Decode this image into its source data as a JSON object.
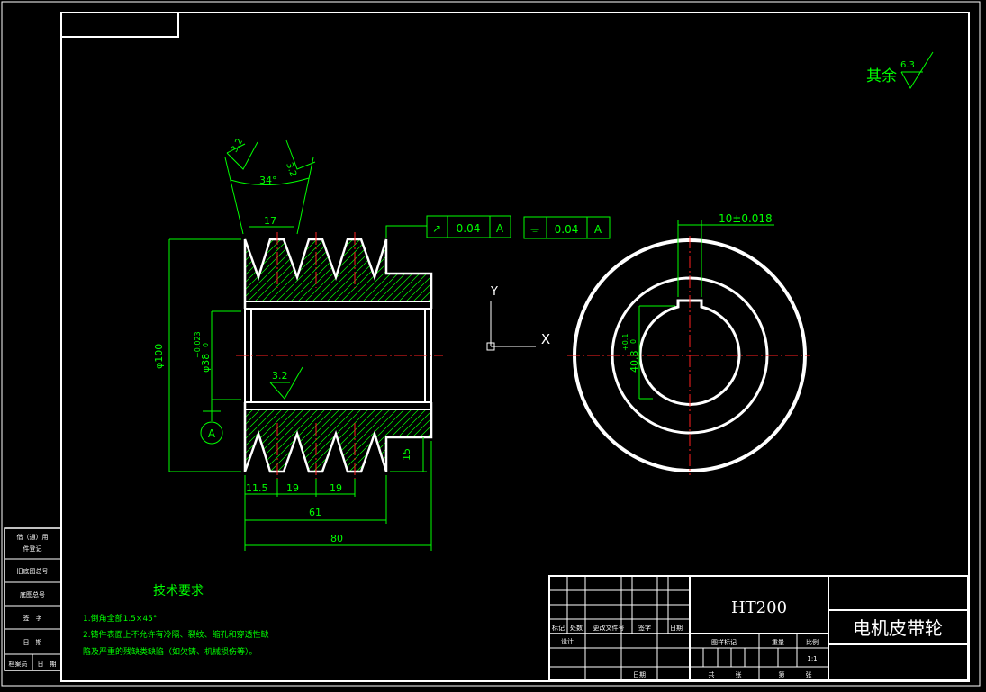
{
  "roughness_other": {
    "label": "其余",
    "value": "6.3"
  },
  "dimensions": {
    "angle": "34°",
    "groove_rough_1": "3.2",
    "groove_rough_2": "3.2",
    "groove_top": "17",
    "outer_dia": "φ100",
    "bore_dia": "φ38",
    "bore_tol": "+0.023",
    "bore_tol_low": "0",
    "bore_rough": "3.2",
    "datum": "A",
    "step_15": "15",
    "d_11_5": "11.5",
    "d_19a": "19",
    "d_19b": "19",
    "d_61": "61",
    "d_80": "80",
    "keyway_width": "10±0.018",
    "keyway_depth": "40.8",
    "keyway_tol": "+0.1",
    "keyway_tol_low": "0"
  },
  "tolerance_frames": [
    {
      "symbol": "↗",
      "value": "0.04",
      "datum": "A"
    },
    {
      "symbol": "⌯",
      "value": "0.04",
      "datum": "A"
    }
  ],
  "ucs": {
    "y": "Y",
    "x": "X"
  },
  "tech_requirements": {
    "title": "技术要求",
    "line1": "1.倒角全部1.5×45°",
    "line2": "2.铸件表面上不允许有冷隔、裂纹、缩孔和穿透性缺",
    "line3": "陷及严重的残缺类缺陷（如欠铸、机械损伤等）。"
  },
  "title_block": {
    "material": "HT200",
    "part_name": "电机皮带轮",
    "h_biaoji": "标记",
    "h_chushu": "处数",
    "h_gengai": "更改文件号",
    "h_qianzi": "签字",
    "h_riqi": "日期",
    "sheji": "设计",
    "riqi2": "日期",
    "tuyang_biaoji": "图样标记",
    "zhongliang": "重量",
    "bili": "比例",
    "scale": "1:1",
    "gong": "共",
    "zhang": "张",
    "di": "第",
    "zhang2": "张"
  },
  "side_table": {
    "r1a": "借（通）用",
    "r1b": "件登记",
    "r2": "旧底图总号",
    "r3": "底图总号",
    "r4": "签　字",
    "r5": "日　期",
    "r6a": "档案员",
    "r6b": "日　期"
  }
}
